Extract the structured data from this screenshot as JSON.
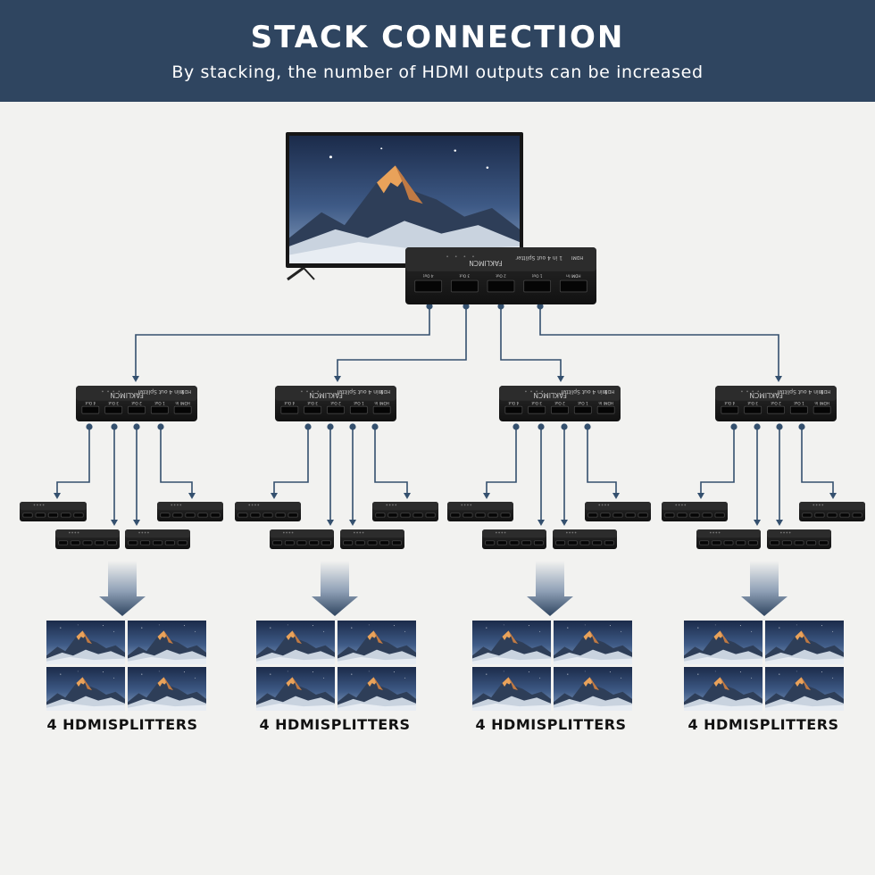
{
  "header": {
    "title": "STACK CONNECTION",
    "subtitle": "By stacking, the number of HDMI outputs can be increased"
  },
  "device": {
    "brand": "FAKLIMCN",
    "model": "1 in 4 out Splitter",
    "badge": "HDMI",
    "port_labels": [
      "4 Out",
      "3 Out",
      "2 Out",
      "1 Out",
      "HDMI In"
    ]
  },
  "groups": [
    {
      "caption": "4 HDMISPLITTERS"
    },
    {
      "caption": "4 HDMISPLITTERS"
    },
    {
      "caption": "4 HDMISPLITTERS"
    },
    {
      "caption": "4 HDMISPLITTERS"
    }
  ],
  "colors": {
    "header_bg": "#2f4560",
    "connector_line": "#34506e",
    "device_body": "#1a1a1a",
    "page_bg": "#f2f2f0"
  },
  "icons": [
    "tv-icon",
    "hdmi-splitter-icon",
    "down-arrow-icon",
    "screen-grid-icon"
  ]
}
